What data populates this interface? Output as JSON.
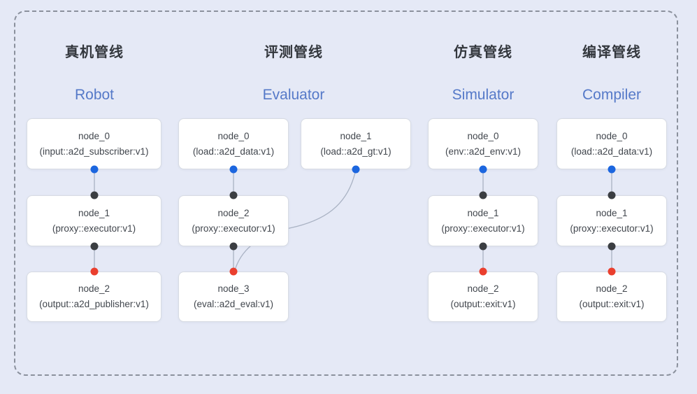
{
  "pipelines": [
    {
      "title_zh": "真机管线",
      "title_en": "Robot",
      "nodes": [
        {
          "name": "node_0",
          "spec": "(input::a2d_subscriber:v1)"
        },
        {
          "name": "node_1",
          "spec": "(proxy::executor:v1)"
        },
        {
          "name": "node_2",
          "spec": "(output::a2d_publisher:v1)"
        }
      ]
    },
    {
      "title_zh": "评测管线",
      "title_en": "Evaluator",
      "nodes": [
        {
          "name": "node_0",
          "spec": "(load::a2d_data:v1)"
        },
        {
          "name": "node_1",
          "spec": "(load::a2d_gt:v1)"
        },
        {
          "name": "node_2",
          "spec": "(proxy::executor:v1)"
        },
        {
          "name": "node_3",
          "spec": "(eval::a2d_eval:v1)"
        }
      ]
    },
    {
      "title_zh": "仿真管线",
      "title_en": "Simulator",
      "nodes": [
        {
          "name": "node_0",
          "spec": "(env::a2d_env:v1)"
        },
        {
          "name": "node_1",
          "spec": "(proxy::executor:v1)"
        },
        {
          "name": "node_2",
          "spec": "(output::exit:v1)"
        }
      ]
    },
    {
      "title_zh": "编译管线",
      "title_en": "Compiler",
      "nodes": [
        {
          "name": "node_0",
          "spec": "(load::a2d_data:v1)"
        },
        {
          "name": "node_1",
          "spec": "(proxy::executor:v1)"
        },
        {
          "name": "node_2",
          "spec": "(output::exit:v1)"
        }
      ]
    }
  ],
  "colors": {
    "background": "#e5e9f6",
    "frame_dash": "#8b919d",
    "node_bg": "#ffffff",
    "node_border": "#d7dbe3",
    "node_text": "#41464d",
    "title_zh": "#33373d",
    "title_en": "#5579c8",
    "port_output": "#1c66df",
    "port_proxy": "#3b3e42",
    "port_target": "#ea3f2e",
    "edge": "#a9b2c3"
  }
}
